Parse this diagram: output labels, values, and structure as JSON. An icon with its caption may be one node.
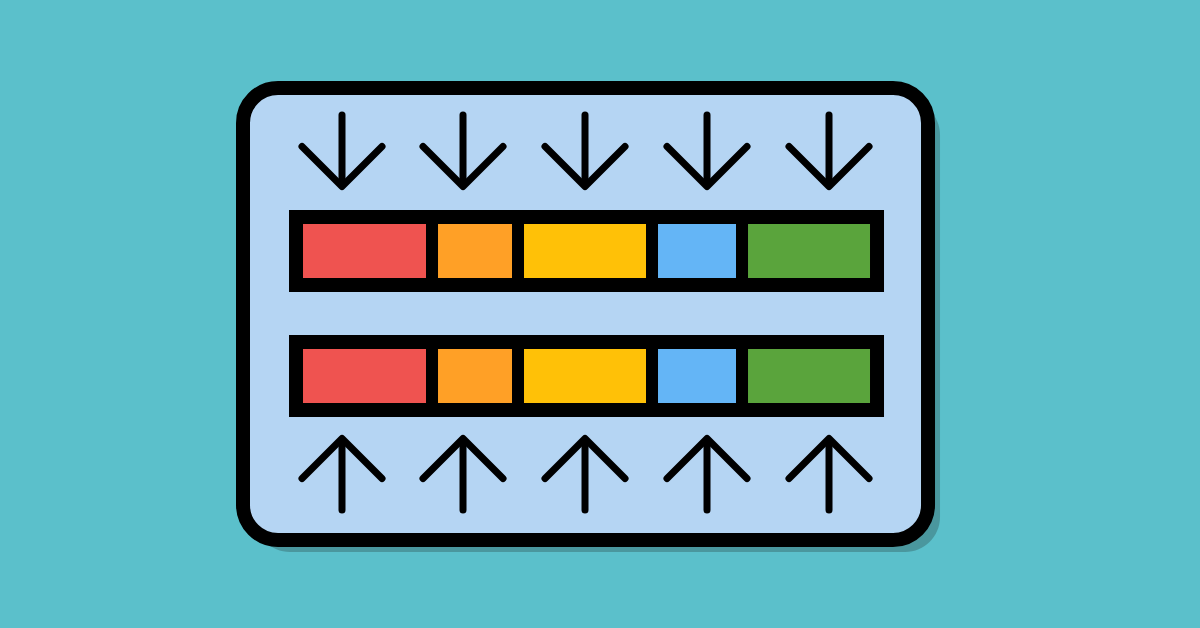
{
  "diagram": {
    "nodes": [
      {
        "text": [],
        "shape": "box"
      },
      {
        "text": [],
        "shape": "bar",
        "in": 0
      },
      {
        "text": [],
        "shape": "box",
        "in": 1
      },
      {
        "text": [],
        "shape": "box",
        "in": 1
      },
      {
        "text": [],
        "shape": "box",
        "in": 1
      },
      {
        "text": [],
        "shape": "box",
        "in": 1
      },
      {
        "text": [],
        "shape": "box",
        "in": 1
      },
      {
        "text": [],
        "shape": "bar",
        "in": 0
      },
      {
        "text": [],
        "shape": "box",
        "in": 7
      },
      {
        "text": [],
        "shape": "box",
        "in": 7
      },
      {
        "text": [],
        "shape": "box",
        "in": 7
      },
      {
        "text": [],
        "shape": "box",
        "in": 7
      },
      {
        "text": [],
        "shape": "box",
        "in": 7
      }
    ]
  }
}
